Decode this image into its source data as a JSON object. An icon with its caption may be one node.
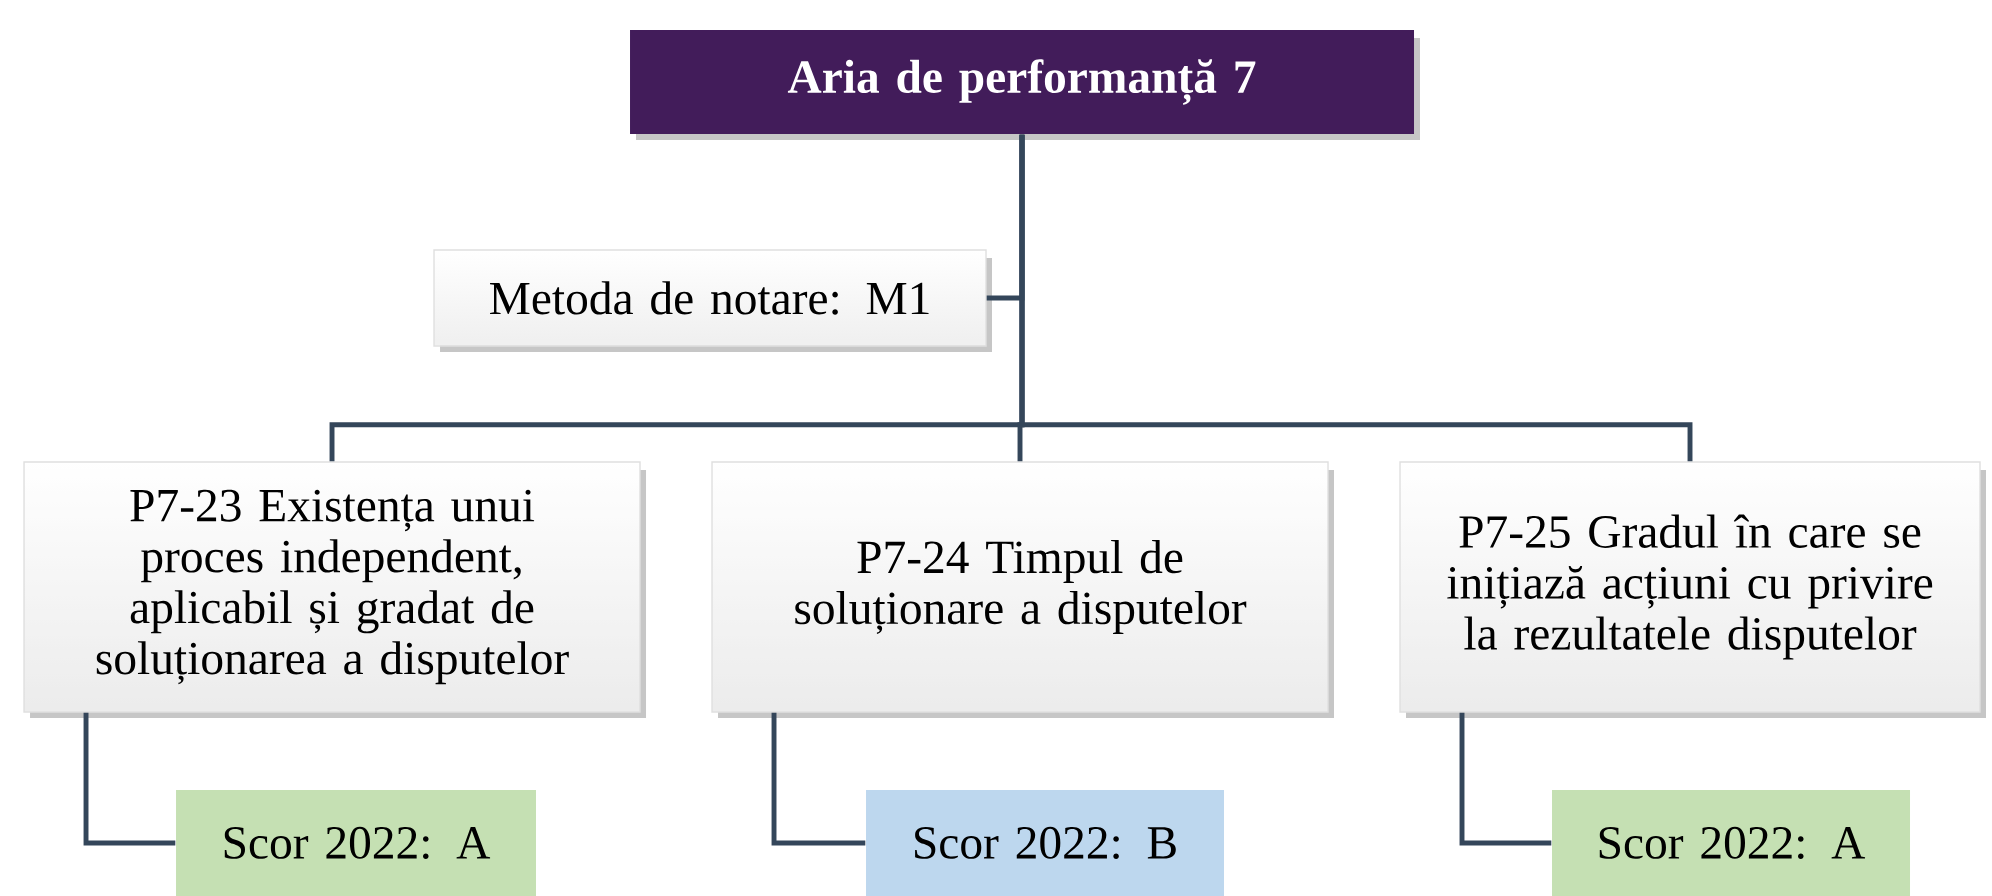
{
  "diagram": {
    "nodes": [
      {
        "text": [
          "Aria de performanță 7"
        ]
      },
      {
        "text": [
          "Metoda de notare: M1"
        ]
      },
      {
        "text": [
          "P7-23 Existența unui proces independent, aplicabil și gradat de soluționarea a disputelor"
        ]
      },
      {
        "text": [
          "P7-24 Timpul de soluționare a disputelor"
        ]
      },
      {
        "text": [
          "P7-25 Gradul în care se inițiază acțiuni cu privire la rezultatele disputelor"
        ]
      },
      {
        "text": [
          "Scor 2022: A"
        ]
      },
      {
        "text": [
          "Scor 2022: B"
        ]
      },
      {
        "text": [
          "Scor 2022: A"
        ]
      }
    ],
    "edges": [
      {
        "from": 0,
        "to": 1,
        "arrow": "none"
      },
      {
        "from": 0,
        "to": 2,
        "arrow": "none"
      },
      {
        "from": 0,
        "to": 3,
        "arrow": "none"
      },
      {
        "from": 0,
        "to": 4,
        "arrow": "none"
      },
      {
        "from": 2,
        "to": 5,
        "arrow": "none"
      },
      {
        "from": 3,
        "to": 6,
        "arrow": "none"
      },
      {
        "from": 4,
        "to": 7,
        "arrow": "none"
      }
    ]
  }
}
